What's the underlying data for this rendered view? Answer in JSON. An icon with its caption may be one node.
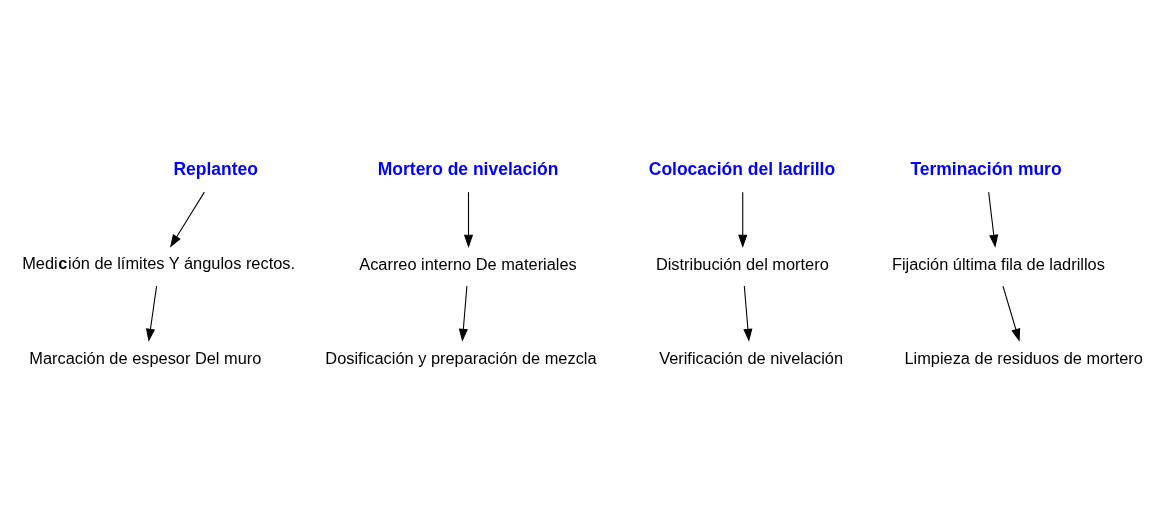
{
  "diagram": {
    "nodes": [
      {
        "text": [
          "Replanteo"
        ]
      },
      {
        "text": [
          "Mortero de nivelación"
        ]
      },
      {
        "text": [
          "Colocación del ladrillo"
        ]
      },
      {
        "text": [
          "Terminación muro"
        ]
      },
      {
        "text": [
          "Medi**c**ión de límites Y ángulos rectos."
        ]
      },
      {
        "text": [
          "Acarreo interno De materiales"
        ]
      },
      {
        "text": [
          "Distribución del mortero"
        ]
      },
      {
        "text": [
          "Fijación última fila de ladrillos"
        ]
      },
      {
        "text": [
          "Marcación de espesor Del muro"
        ]
      },
      {
        "text": [
          "Dosificación y preparación de mezcla"
        ]
      },
      {
        "text": [
          "Verificación de nivelación"
        ]
      },
      {
        "text": [
          "Limpieza de residuos de mortero"
        ]
      }
    ],
    "edges": [
      {
        "from": 0,
        "to": 4,
        "arrow": "to"
      },
      {
        "from": 1,
        "to": 5,
        "arrow": "to"
      },
      {
        "from": 2,
        "to": 6,
        "arrow": "to"
      },
      {
        "from": 3,
        "to": 7,
        "arrow": "to"
      },
      {
        "from": 4,
        "to": 8,
        "arrow": "to"
      },
      {
        "from": 5,
        "to": 9,
        "arrow": "to"
      },
      {
        "from": 6,
        "to": 10,
        "arrow": "to"
      },
      {
        "from": 7,
        "to": 11,
        "arrow": "to"
      }
    ]
  }
}
